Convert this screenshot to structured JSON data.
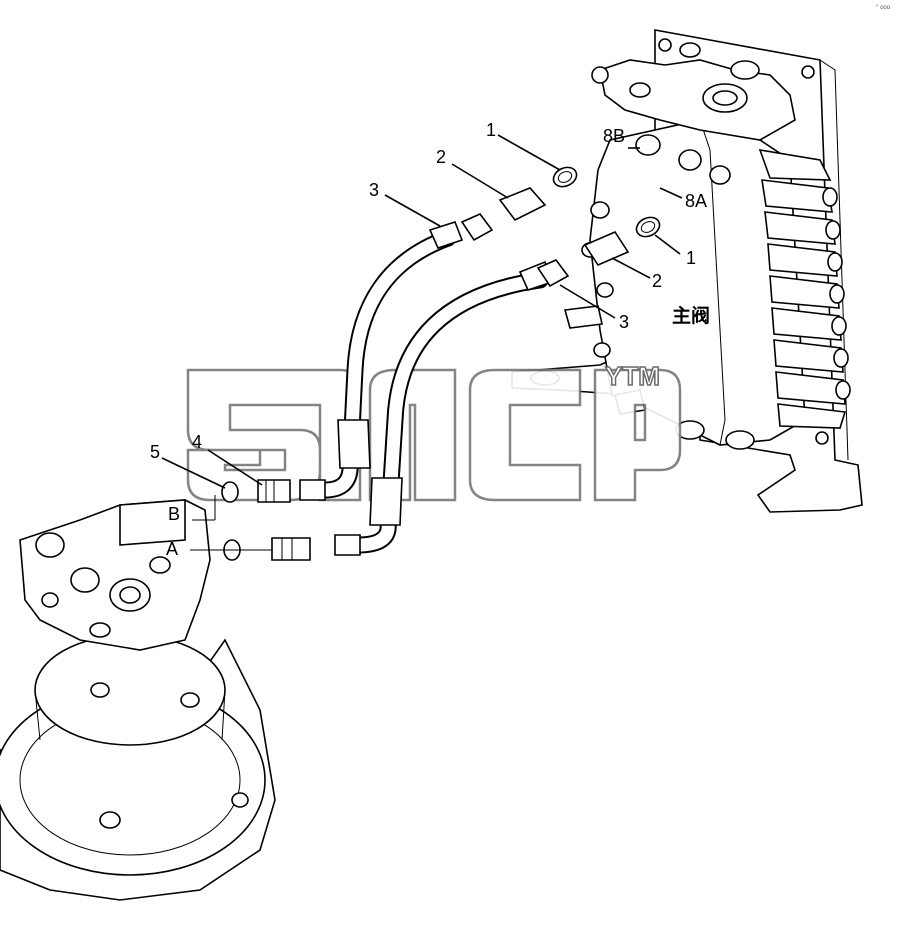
{
  "corner_mark": "° ooo",
  "callouts": {
    "c1_top": "1",
    "c2_top": "2",
    "c3_top": "3",
    "c1_right": "1",
    "c2_right": "2",
    "c3_right": "3",
    "c4": "4",
    "c5": "5",
    "port_8b": "8B",
    "port_8a": "8A",
    "port_b": "B",
    "port_a": "A"
  },
  "main_valve_label": "主阀",
  "watermark": {
    "letters": "amcp",
    "trademark": "YTM"
  }
}
